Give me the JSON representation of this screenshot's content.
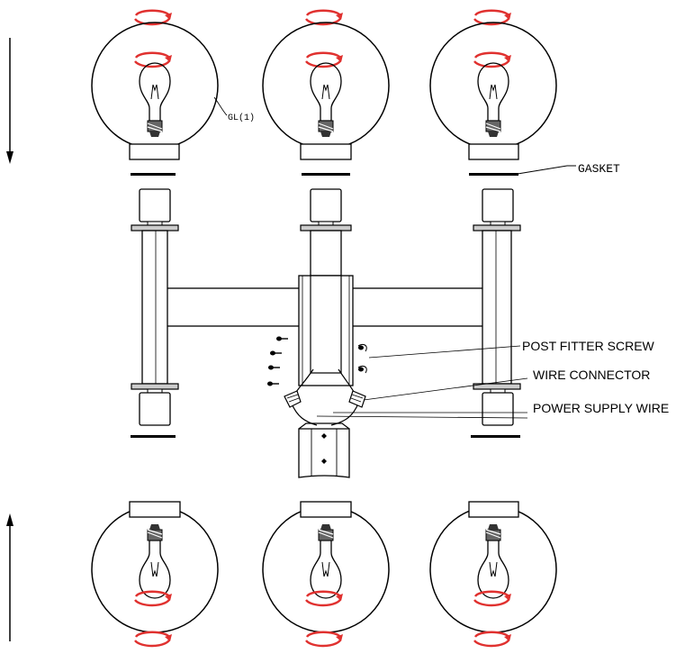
{
  "labels": {
    "globe_tag": "GL(1)",
    "gasket": "GASKET",
    "post_fitter_screw": "POST FITTER SCREW",
    "wire_connector": "WIRE CONNECTOR",
    "power_supply_wire": "POWER SUPPLY WIRE"
  },
  "colors": {
    "line": "#000000",
    "rotation_arrow": "#e0312f"
  },
  "icons": {
    "rotation": "rotation-arrow-icon",
    "bulb": "light-bulb-icon",
    "direction_down": "arrow-down-icon",
    "direction_up": "arrow-up-icon"
  }
}
